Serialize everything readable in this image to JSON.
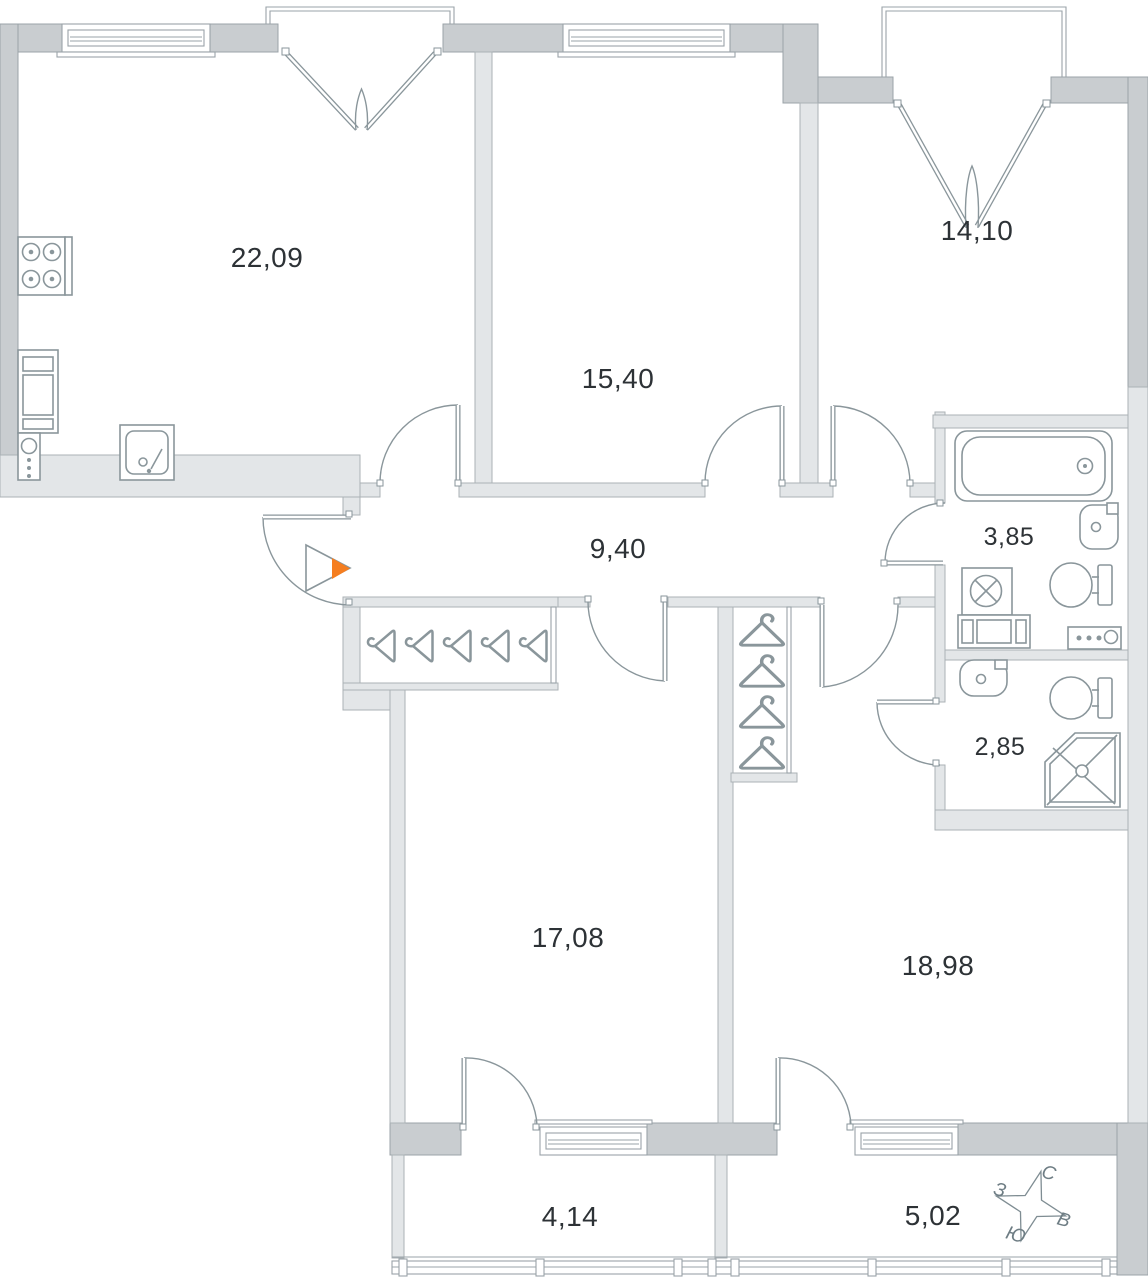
{
  "floor_plan": {
    "rooms": [
      {
        "key": "kitchen-living-room",
        "area_label": "22,09"
      },
      {
        "key": "room-top-middle",
        "area_label": "15,40"
      },
      {
        "key": "room-top-right",
        "area_label": "14,10"
      },
      {
        "key": "hallway",
        "area_label": "9,40"
      },
      {
        "key": "bathroom",
        "area_label": "3,85"
      },
      {
        "key": "shower-room",
        "area_label": "2,85"
      },
      {
        "key": "room-bottom-left",
        "area_label": "17,08"
      },
      {
        "key": "room-bottom-right",
        "area_label": "18,98"
      },
      {
        "key": "balcony-left",
        "area_label": "4,14"
      },
      {
        "key": "balcony-right",
        "area_label": "5,02"
      }
    ],
    "compass": {
      "north_label": "С",
      "south_label": "Ю",
      "west_label": "З",
      "east_label": "В"
    },
    "colors": {
      "wall_dark": "#c9cdd0",
      "wall_light": "#e3e6e8",
      "fixture_line": "#8a969b",
      "accent_orange": "#f57e20",
      "label_text": "#2d3236"
    }
  }
}
